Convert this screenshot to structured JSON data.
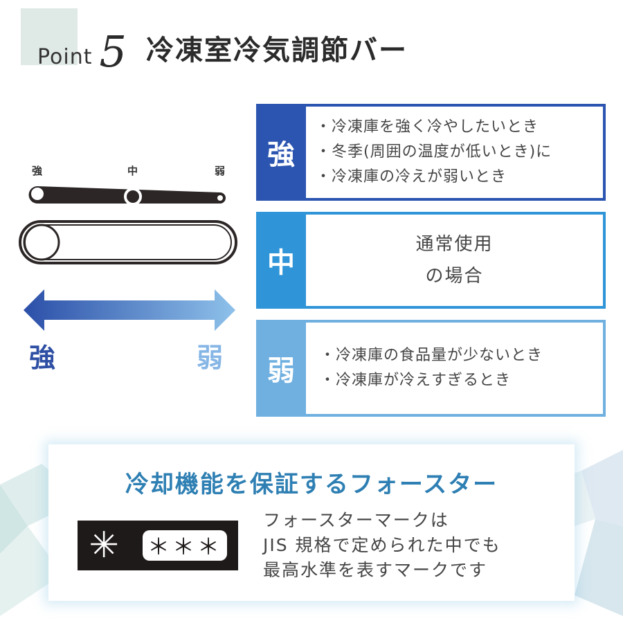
{
  "header": {
    "point_word": "Point",
    "point_number": "5",
    "title": "冷凍室冷気調節バー"
  },
  "dial": {
    "label_strong": "強",
    "label_mid": "中",
    "label_weak": "弱"
  },
  "direction": {
    "strong": "強",
    "weak": "弱"
  },
  "levels": [
    {
      "tab": "強",
      "color": "#2b55b0",
      "bullets": [
        "・冷凍庫を強く冷やしたいとき",
        "・冬季(周囲の温度が低いとき)に",
        "・冷凍庫の冷えが弱いとき"
      ]
    },
    {
      "tab": "中",
      "color": "#2f95d8",
      "text": [
        "通常使用",
        "の場合"
      ]
    },
    {
      "tab": "弱",
      "color": "#6fb0e0",
      "bullets": [
        "・冷凍庫の食品量が少ないとき",
        "・冷凍庫が冷えすぎるとき"
      ]
    }
  ],
  "forster": {
    "title": "冷却機能を保証するフォースター",
    "mark_big": "✳",
    "mark_small": "＊＊＊",
    "desc": [
      "フォースターマークは",
      "JIS 規格で定められた中でも",
      "最高水準を表すマークです"
    ]
  }
}
